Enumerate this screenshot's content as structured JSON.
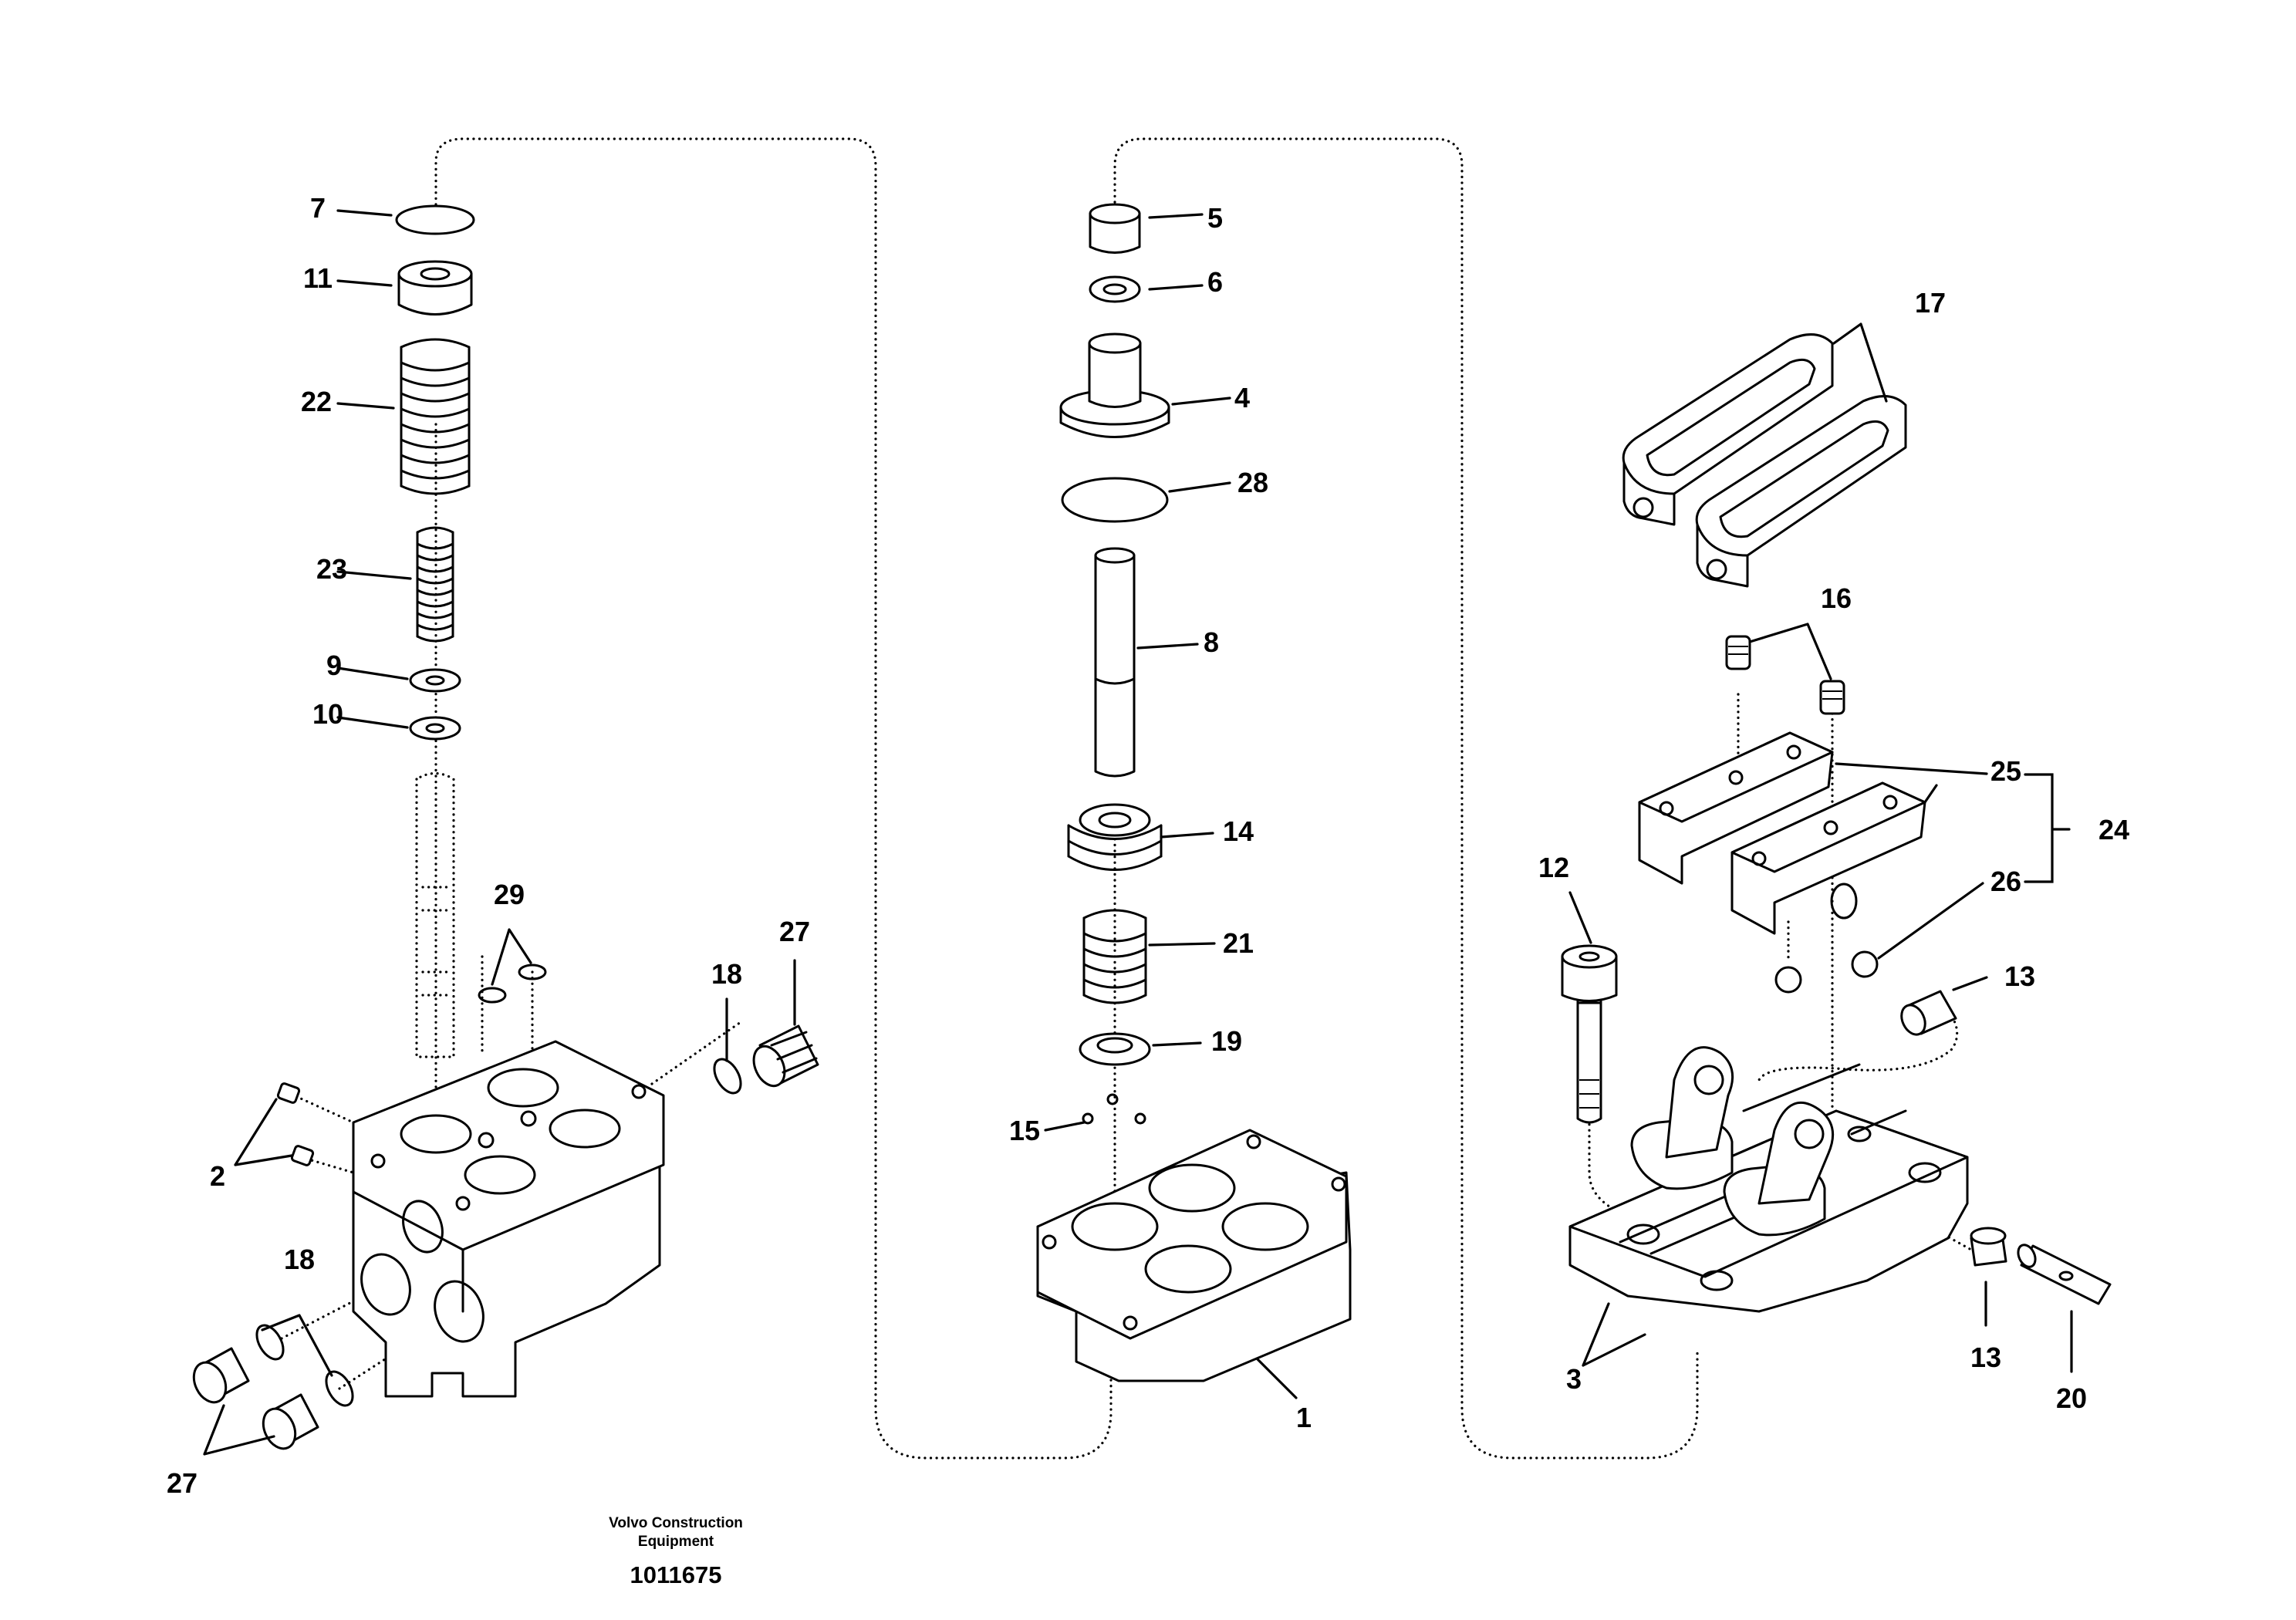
{
  "callouts": {
    "c1": "1",
    "c2": "2",
    "c3": "3",
    "c4": "4",
    "c5": "5",
    "c6": "6",
    "c7": "7",
    "c8": "8",
    "c9": "9",
    "c10": "10",
    "c11": "11",
    "c12": "12",
    "c13a": "13",
    "c13b": "13",
    "c14": "14",
    "c15": "15",
    "c16": "16",
    "c17": "17",
    "c18a": "18",
    "c18b": "18",
    "c19": "19",
    "c20": "20",
    "c21": "21",
    "c22": "22",
    "c23": "23",
    "c24": "24",
    "c25": "25",
    "c26": "26",
    "c27a": "27",
    "c27b": "27",
    "c28": "28",
    "c29": "29"
  },
  "footer": {
    "credit_line1": "Volvo Construction",
    "credit_line2": "Equipment",
    "drawing_number": "1011675"
  }
}
